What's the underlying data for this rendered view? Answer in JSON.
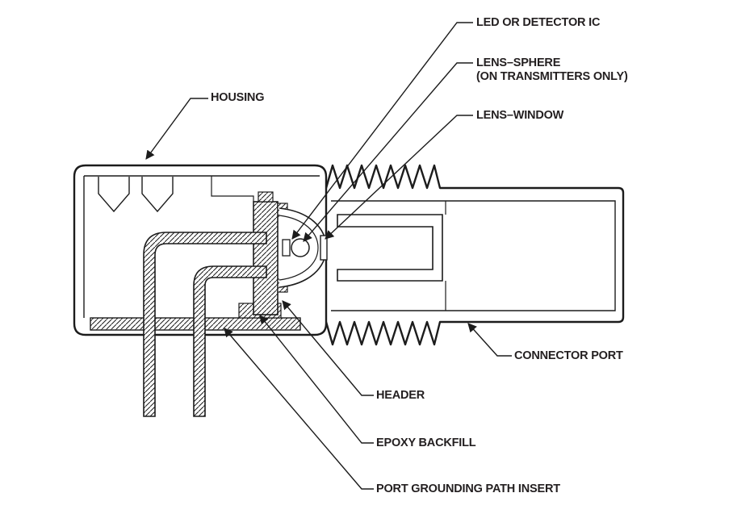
{
  "diagram": {
    "labels": {
      "led_ic": "LED OR DETECTOR IC",
      "lens_sphere_line1": "LENS–SPHERE",
      "lens_sphere_line2": "(ON TRANSMITTERS ONLY)",
      "lens_window": "LENS–WINDOW",
      "housing": "HOUSING",
      "connector_port": "CONNECTOR PORT",
      "header": "HEADER",
      "epoxy_backfill": "EPOXY BACKFILL",
      "port_grounding": "PORT GROUNDING PATH INSERT"
    },
    "colors": {
      "line": "#1c1c1c",
      "label_text": "#231f20",
      "background": "#ffffff"
    }
  }
}
